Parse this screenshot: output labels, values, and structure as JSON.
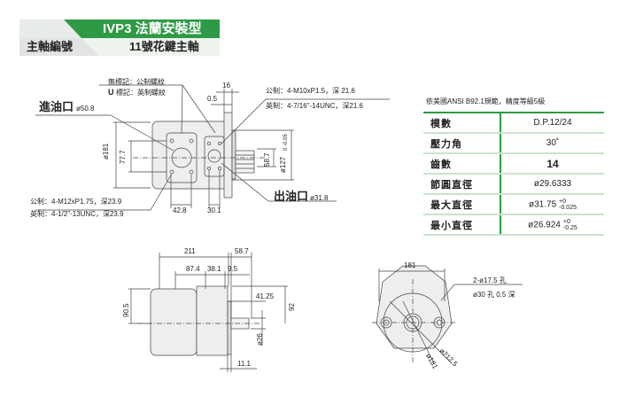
{
  "header": {
    "title": "IVP3 法蘭安裝型",
    "shaft_label": "主軸編號",
    "shaft_value": "11號花鍵主軸"
  },
  "front_view": {
    "thread_note_1": "無標記：公制螺紋",
    "thread_note_2_prefix": "U",
    "thread_note_2": "標記：英制螺紋",
    "inlet_label": "進油口",
    "inlet_dia": "ø50.8",
    "outlet_label": "出油口",
    "outlet_dia": "ø31.8",
    "metric_top": "公制：4-M10xP1.5，深 21.6",
    "imperial_top": "英制：4-7/16\"-14UNC，深21.6",
    "metric_bottom": "公制：4-M12xP1.75，深23.9",
    "imperial_bottom": "英制：4-1/2\"-13UNC，深23.9",
    "dims": {
      "d16": "16",
      "d05": "0.5",
      "d181": "ø181",
      "d777": "77.7",
      "d587": "58.7",
      "d127": "ø127",
      "d127_tol": "0 -0.05",
      "d428": "42.8",
      "d301": "30.1"
    }
  },
  "side_view": {
    "d211": "211",
    "d587": "58.7",
    "d874": "87.4",
    "d381": "38.1",
    "d95": "9.5",
    "d905": "90.5",
    "d4125": "41.25",
    "d92": "92",
    "d26": "ø26",
    "d111": "11.1"
  },
  "end_view": {
    "d181": "181",
    "hole_note_1": "2-ø17.5 孔",
    "hole_note_2": "ø30 孔  0.5 深",
    "d2125": "ø212.5",
    "d181b": "ø181"
  },
  "spec_table": {
    "caption": "依美國ANSI B92.1規範，精度等級5級",
    "rows": [
      {
        "label": "模數",
        "value": "D.P.12/24"
      },
      {
        "label": "壓力角",
        "value": "30˚"
      },
      {
        "label": "齒數",
        "value": "14"
      },
      {
        "label": "節圓直徑",
        "value": "ø29.6333"
      },
      {
        "label": "最大直徑",
        "value": "ø31.75",
        "tol_upper": "+0",
        "tol_lower": "-0.025"
      },
      {
        "label": "最小直徑",
        "value": "ø26.924",
        "tol_upper": "+0",
        "tol_lower": "-0.25"
      }
    ]
  },
  "colors": {
    "accent": "#2e9a45",
    "body": "#eeeeee"
  }
}
